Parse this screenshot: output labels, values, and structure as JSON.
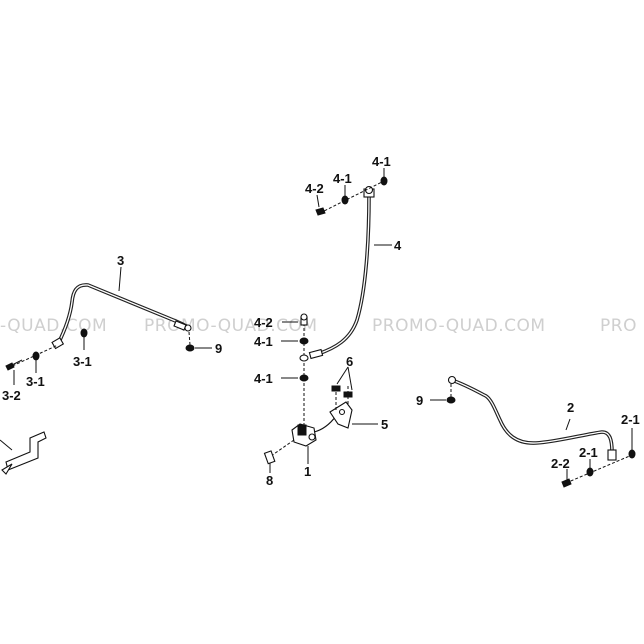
{
  "watermark": {
    "segments": [
      "-QUAD.COM",
      "PROMO-QUAD.COM",
      "PROMO-QUAD.COM",
      "PRO"
    ]
  },
  "labels": {
    "l1": "1",
    "l2": "2",
    "l2_1a": "2-1",
    "l2_1b": "2-1",
    "l2_2": "2-2",
    "l3": "3",
    "l3_1a": "3-1",
    "l3_1b": "3-1",
    "l3_2": "3-2",
    "l4": "4",
    "l4_1a": "4-1",
    "l4_1b": "4-1",
    "l4_1c": "4-1",
    "l4_1d": "4-1",
    "l4_2a": "4-2",
    "l4_2b": "4-2",
    "l5": "5",
    "l6": "6",
    "l8": "8",
    "l9a": "9",
    "l9b": "9"
  },
  "colors": {
    "line": "#111111",
    "watermark": "#cfcfcf",
    "background": "#ffffff"
  }
}
